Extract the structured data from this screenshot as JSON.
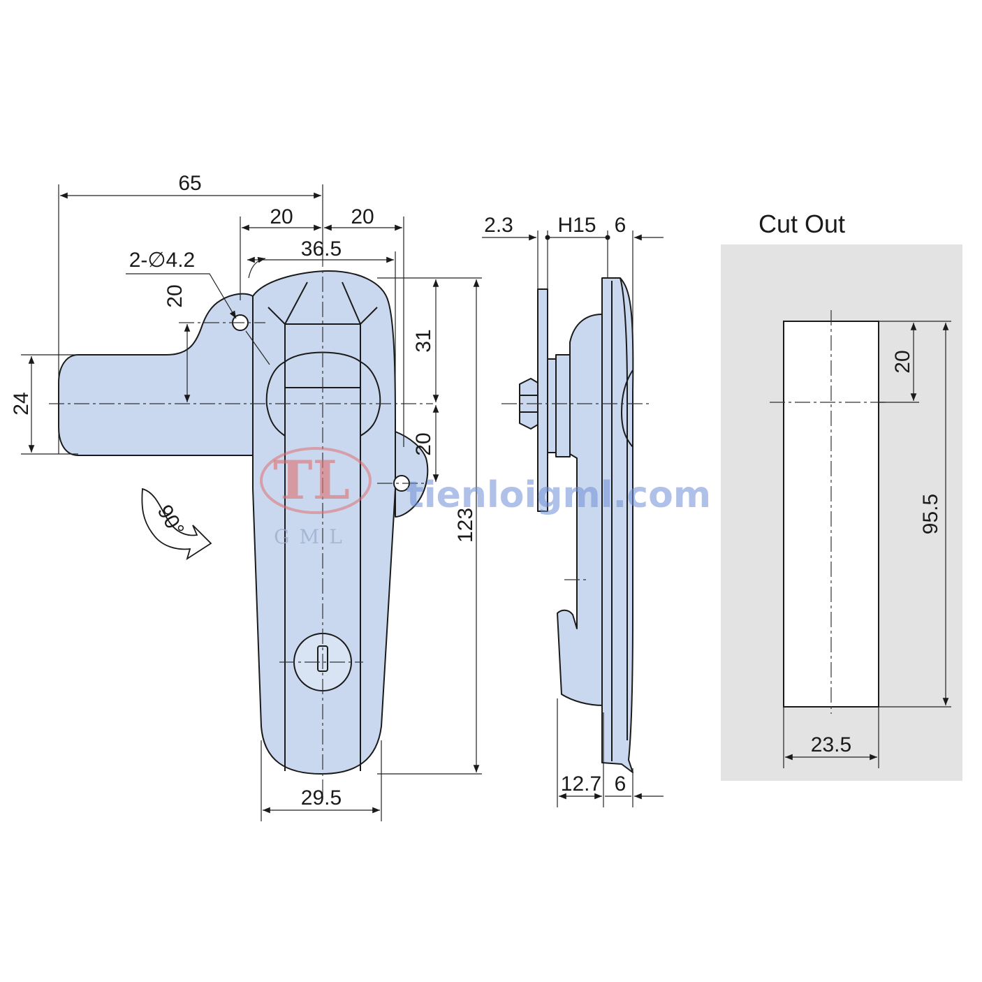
{
  "front_view": {
    "dim_width_total": "65",
    "dim_left_20": "20",
    "dim_right_20": "20",
    "dim_width_36_5": "36.5",
    "dim_hole": "2-∅4.2",
    "dim_hole_offset_20": "20",
    "dim_handle_24": "24",
    "dim_top_31": "31",
    "dim_lower_20": "20",
    "dim_height_123": "123",
    "dim_bottom_29_5": "29.5",
    "rotation_label": "90°"
  },
  "side_view": {
    "dim_2_3": "2.3",
    "dim_h15": "H15",
    "dim_top_6": "6",
    "dim_12_7": "12.7",
    "dim_bottom_6": "6"
  },
  "cut_out": {
    "title": "Cut Out",
    "dim_20": "20",
    "dim_95_5": "95.5",
    "dim_23_5": "23.5",
    "panel_color": "#e3e3e3"
  },
  "watermark": {
    "logo_letters": "TL",
    "logo_sub": "GML",
    "site": "tienloigml.com"
  },
  "colors": {
    "part_fill": "#c9d8ef",
    "line": "#1a1a1a"
  }
}
